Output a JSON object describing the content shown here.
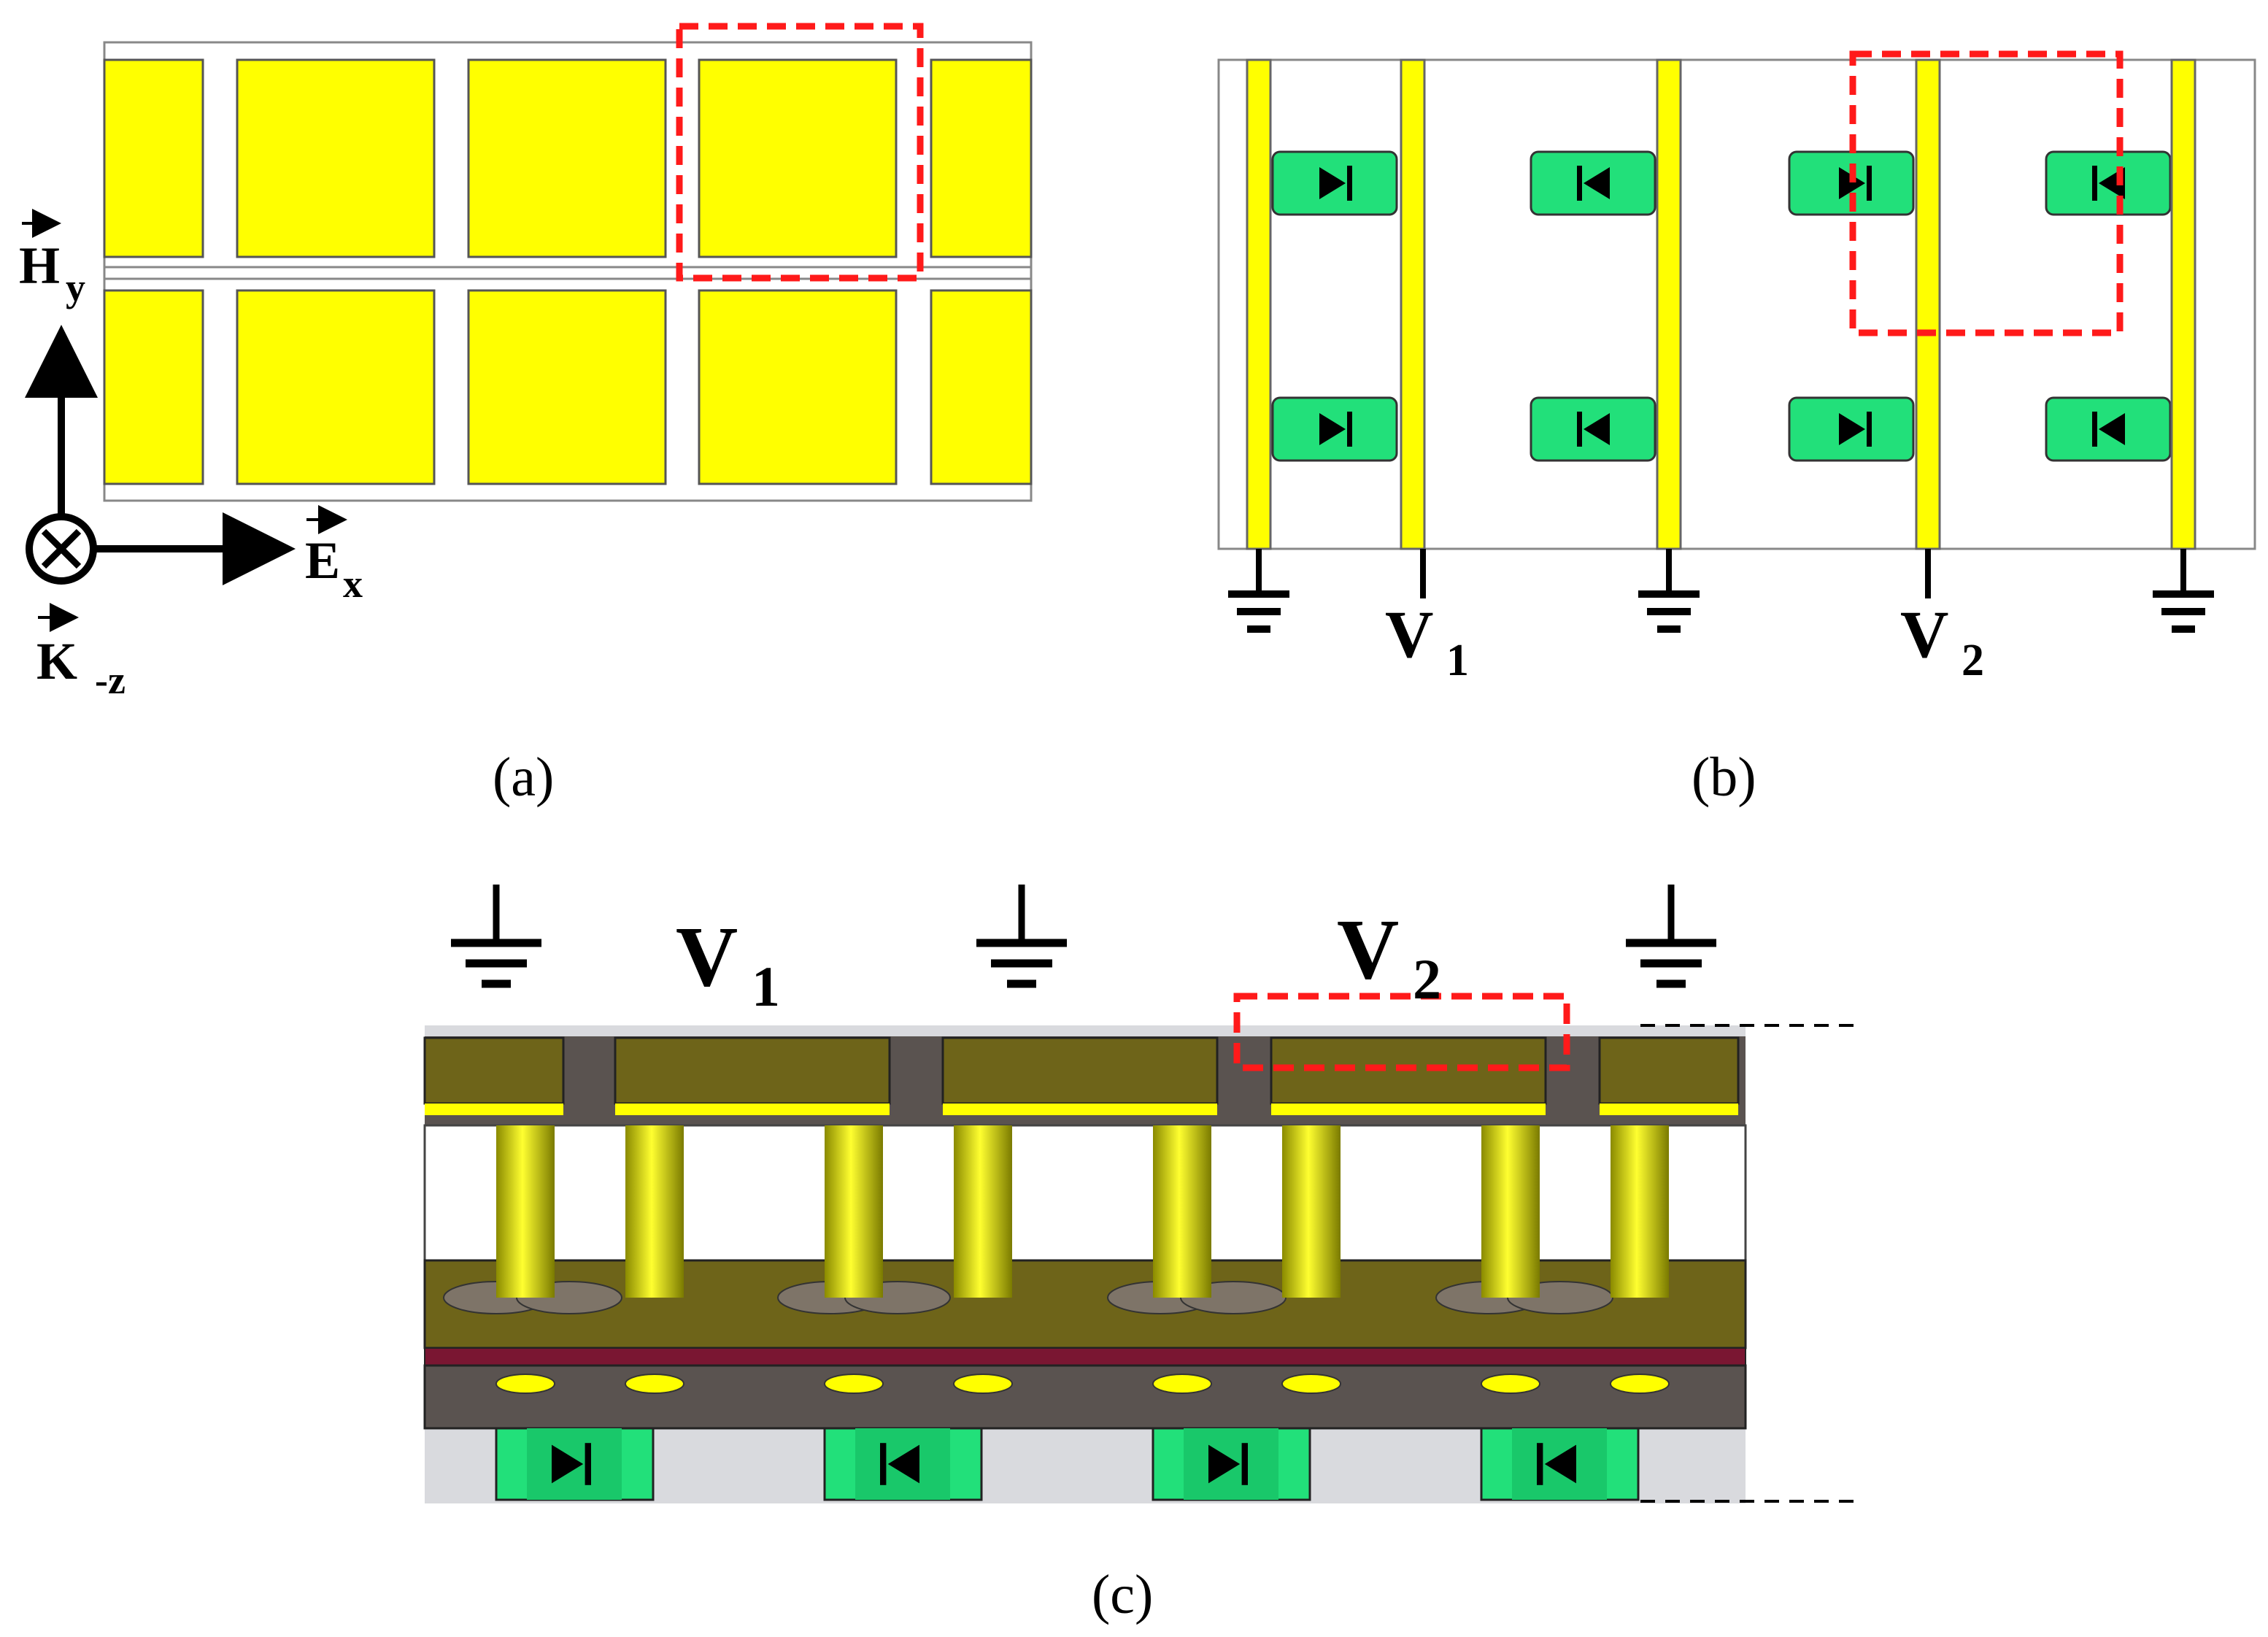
{
  "panel_a": {
    "caption": "(a)",
    "axis_h": "H",
    "axis_h_sub": "y",
    "axis_e": "E",
    "axis_e_sub": "x",
    "axis_k": "K",
    "axis_k_sub": "-z"
  },
  "panel_b": {
    "caption": "(b)",
    "v1": "V",
    "v1_sub": "1",
    "v2": "V",
    "v2_sub": "2"
  },
  "panel_c": {
    "caption": "(c)",
    "v1": "V",
    "v1_sub": "1",
    "v2": "V",
    "v2_sub": "2"
  },
  "colors": {
    "patch_yellow": "#ffff00",
    "diode_green": "#22e07a",
    "highlight_red": "#ff1a1a",
    "substrate_olive": "#6e6419",
    "substrate_gray": "#5a5350",
    "bias_layer": "#7a1632"
  }
}
